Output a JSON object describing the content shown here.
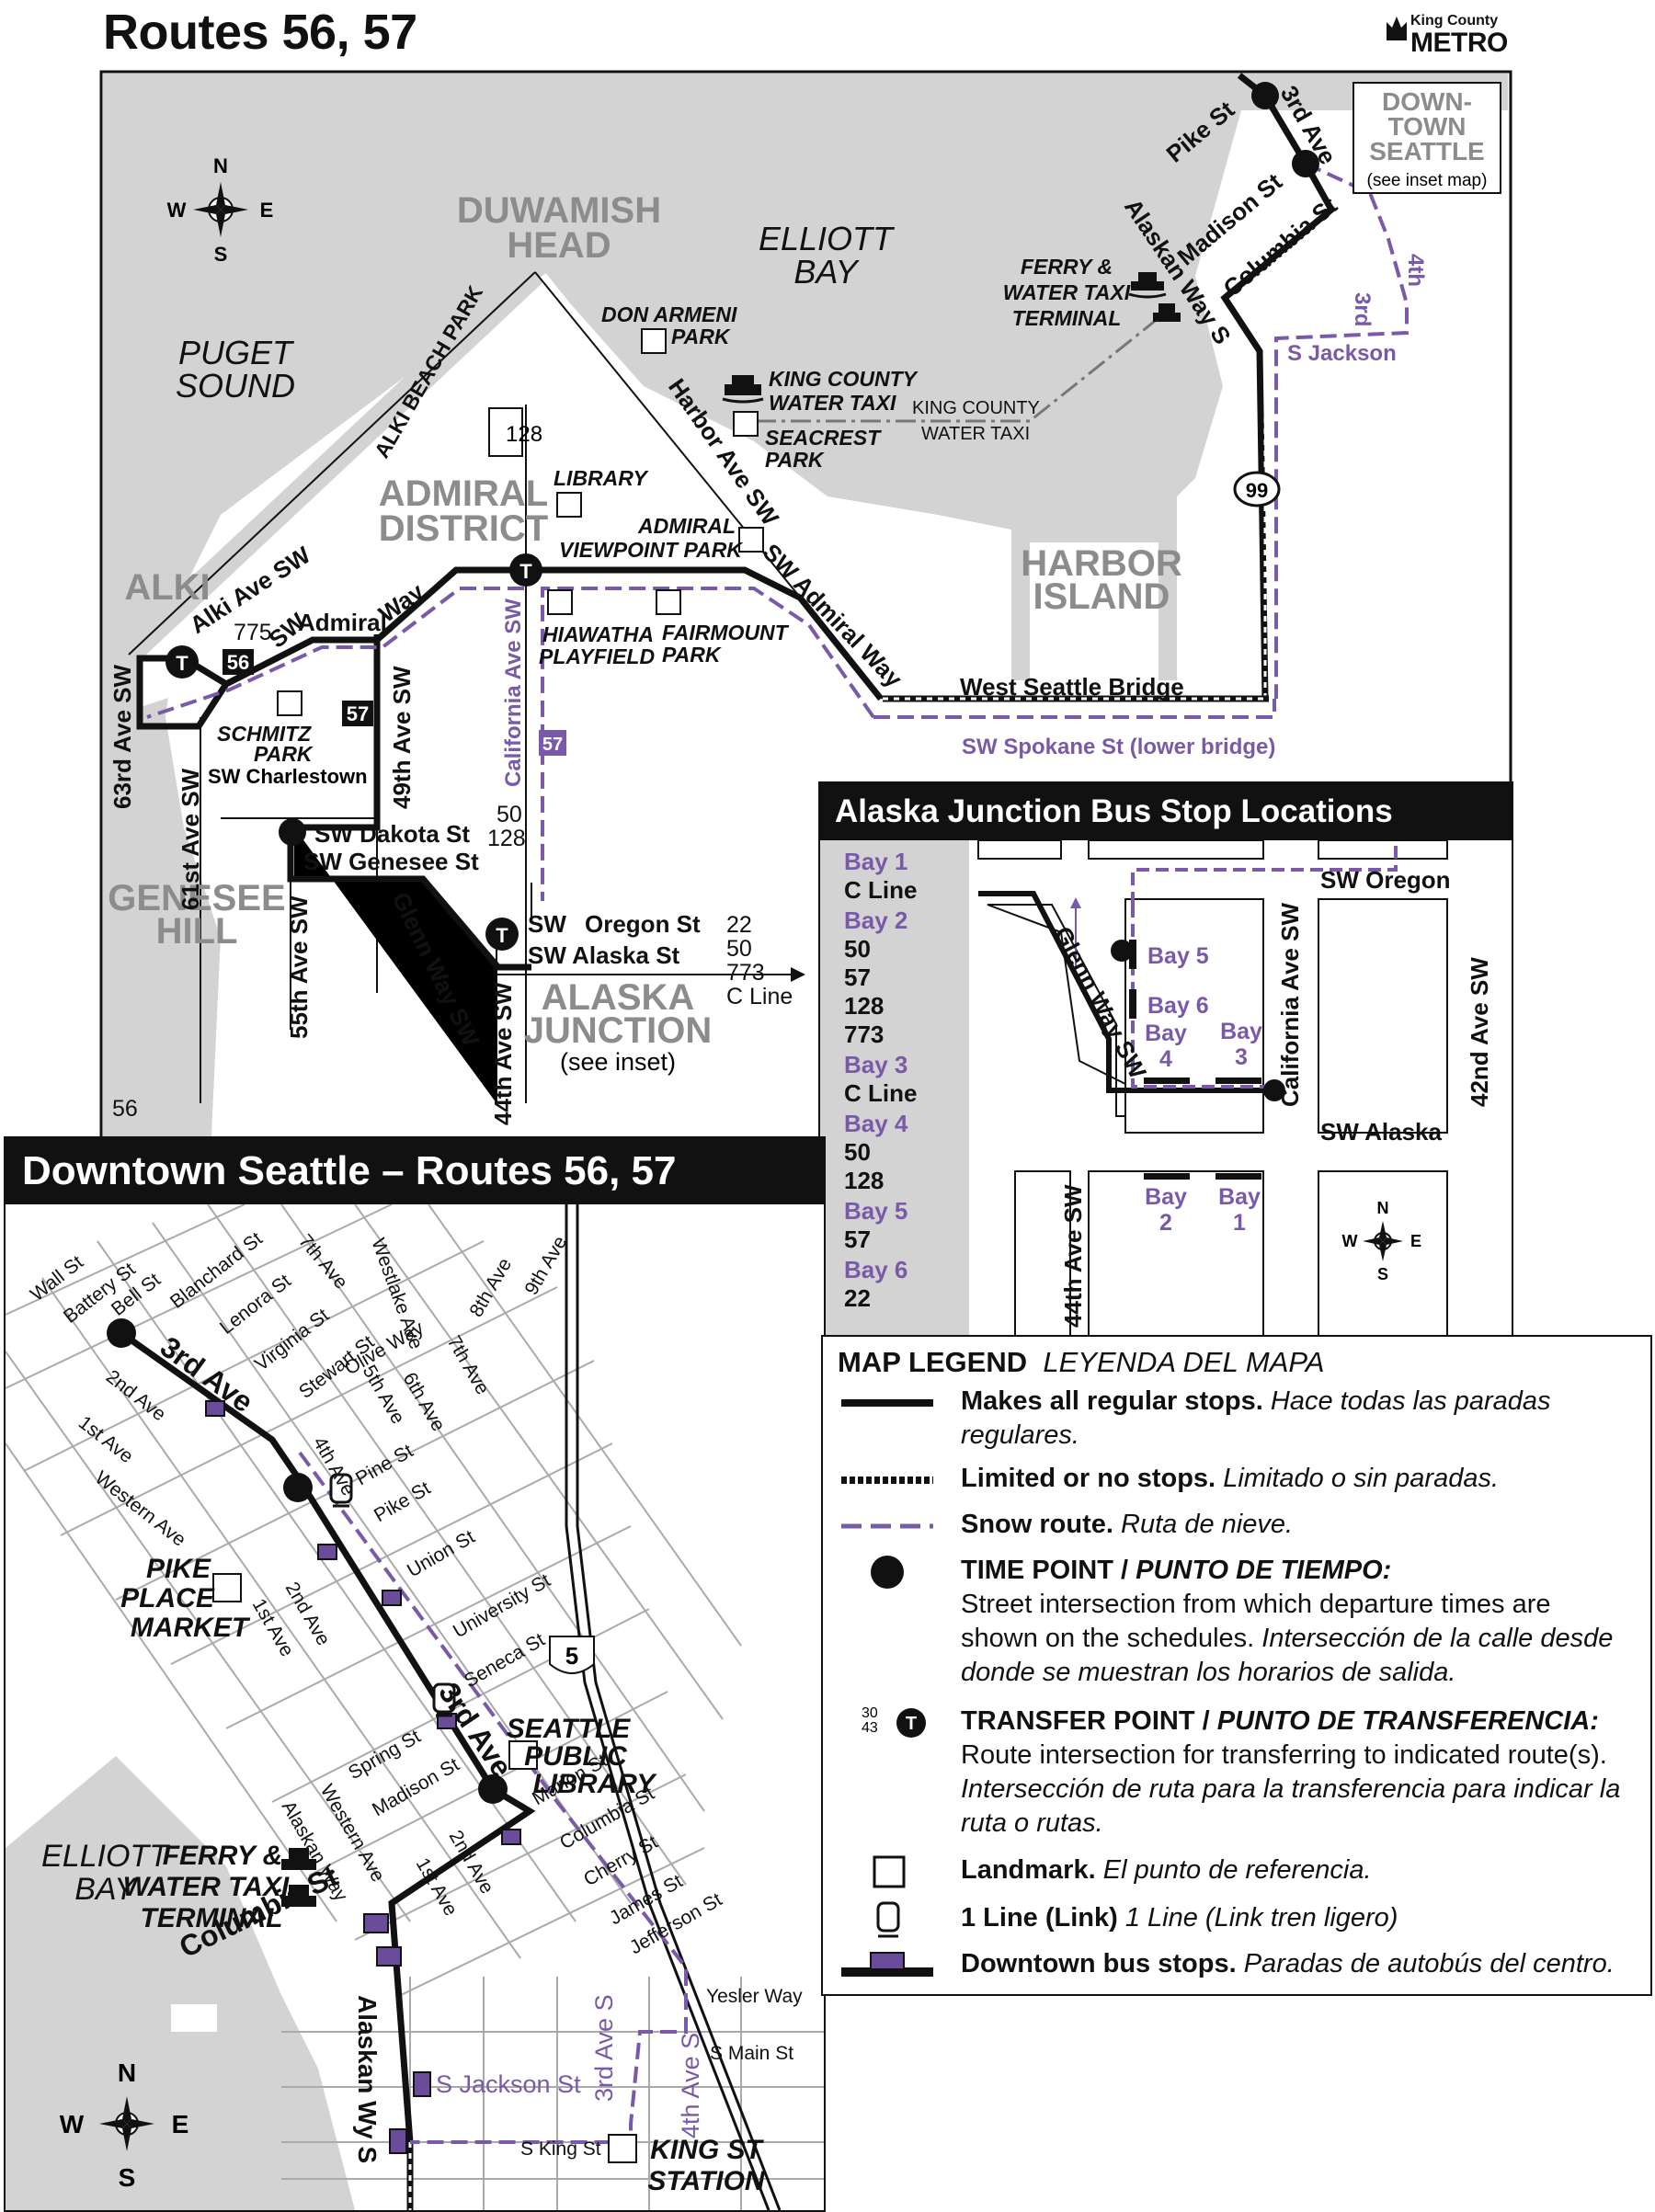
{
  "page_title": "Routes 56, 57",
  "logo": {
    "line1": "King County",
    "line2": "METRO"
  },
  "main_map": {
    "compass": {
      "n": "N",
      "s": "S",
      "e": "E",
      "w": "W"
    },
    "areas": {
      "duwamish_1": "DUWAMISH",
      "duwamish_2": "HEAD",
      "elliott_1": "ELLIOTT",
      "elliott_2": "BAY",
      "puget_1": "PUGET",
      "puget_2": "SOUND",
      "admiral_1": "ADMIRAL",
      "admiral_2": "DISTRICT",
      "alki": "ALKI",
      "harbor_1": "HARBOR",
      "harbor_2": "ISLAND",
      "genesee_1": "GENESEE",
      "genesee_2": "HILL",
      "alaska_1": "ALASKA",
      "alaska_2": "JUNCTION",
      "alaska_see": "(see inset)"
    },
    "downtown_box": {
      "l1": "DOWN-",
      "l2": "TOWN",
      "l3": "SEATTLE",
      "l4": "(see inset map)"
    },
    "streets": {
      "pike": "Pike St",
      "third": "3rd Ave",
      "madison": "Madison St",
      "columbia": "Columbia St",
      "alaskan_way": "Alaskan Way S",
      "jackson": "S Jackson",
      "third_short": "3rd",
      "fourth_short": "4th",
      "alki_beach_park": "ALKI BEACH PARK",
      "alki_ave": "Alki Ave SW",
      "harbor_ave": "Harbor Ave SW",
      "sw_admiral_way": "SW Admiral Way",
      "admiral_way_a": "Admiral",
      "admiral_way_b": "Way",
      "sw_short": "SW",
      "west_seattle_bridge": "West Seattle Bridge",
      "sw_spokane": "SW Spokane St (lower bridge)",
      "california": "California Ave SW",
      "ave_49": "49th Ave SW",
      "ave_63": "63rd Ave SW",
      "ave_61": "61st Ave SW",
      "ave_55": "55th Ave SW",
      "ave_44": "44th Ave SW",
      "sw_charlestown": "SW Charlestown",
      "sw_dakota": "SW Dakota St",
      "sw_genesee": "SW Genesee St",
      "glenn_way": "Glenn Way SW",
      "sw_oregon_a": "SW",
      "sw_oregon_b": "Oregon St",
      "sw_alaska": "SW Alaska St"
    },
    "landmarks": {
      "ferry_1": "FERRY &",
      "ferry_2": "WATER TAXI",
      "ferry_3": "TERMINAL",
      "don_armeni_1": "DON ARMENI",
      "don_armeni_2": "PARK",
      "kc_water_taxi_1": "KING COUNTY",
      "kc_water_taxi_2": "WATER TAXI",
      "kc_water_taxi_route_1": "KING COUNTY",
      "kc_water_taxi_route_2": "WATER TAXI",
      "seacrest_1": "SEACREST",
      "seacrest_2": "PARK",
      "library": "LIBRARY",
      "admiral_viewpoint_1": "ADMIRAL",
      "admiral_viewpoint_2": "VIEWPOINT PARK",
      "hiawatha_1": "HIAWATHA",
      "hiawatha_2": "PLAYFIELD",
      "fairmount_1": "FAIRMOUNT",
      "fairmount_2": "PARK",
      "schmitz_1": "SCHMITZ",
      "schmitz_2": "PARK"
    },
    "route_labels": {
      "r128": "128",
      "r775": "775",
      "r56": "56",
      "r57": "57",
      "r57b": "57",
      "r50_128_a": "50",
      "r50_128_b": "128",
      "junction_a": "22",
      "junction_b": "50",
      "junction_c": "773",
      "junction_d": "C Line",
      "hwy99": "99",
      "page_number": "56"
    }
  },
  "alaska_inset": {
    "title": "Alaska Junction Bus Stop Locations",
    "bays": [
      {
        "bay": "Bay 1",
        "routes": [
          "C Line"
        ]
      },
      {
        "bay": "Bay 2",
        "routes": [
          "50",
          "57",
          "128",
          "773"
        ]
      },
      {
        "bay": "Bay 3",
        "routes": [
          "C Line"
        ]
      },
      {
        "bay": "Bay 4",
        "routes": [
          "50",
          "128"
        ]
      },
      {
        "bay": "Bay 5",
        "routes": [
          "57"
        ]
      },
      {
        "bay": "Bay 6",
        "routes": [
          "22"
        ]
      }
    ],
    "map": {
      "sw_oregon": "SW Oregon",
      "sw_alaska": "SW Alaska",
      "california": "California Ave SW",
      "ave_42": "42nd Ave SW",
      "ave_44": "44th Ave SW",
      "glenn": "Glenn Way SW",
      "bay5": "Bay 5",
      "bay6": "Bay 6",
      "bay4_a": "Bay",
      "bay4_b": "4",
      "bay3_a": "Bay",
      "bay3_b": "3",
      "bay2_a": "Bay",
      "bay2_b": "2",
      "bay1_a": "Bay",
      "bay1_b": "1",
      "n": "N",
      "s": "S",
      "e": "E",
      "w": "W"
    }
  },
  "downtown_inset": {
    "title": "Downtown Seattle  – Routes 56, 57",
    "streets": {
      "wall": "Wall St",
      "battery": "Battery St",
      "bell": "Bell St",
      "blanchard": "Blanchard St",
      "lenora": "Lenora St",
      "virginia": "Virginia St",
      "stewart": "Stewart St",
      "seventh": "7th Ave",
      "westlake": "Westlake Ave",
      "olive": "Olive Way",
      "fifth": "5th Ave",
      "sixth": "6th Ave",
      "seventh_b": "7th Ave",
      "eighth": "8th Ave",
      "ninth": "9th Ave",
      "second": "2nd Ave",
      "first": "1st Ave",
      "western": "Western Ave",
      "third": "3rd Ave",
      "fourth": "4th Ave",
      "pine": "Pine St",
      "pike": "Pike St",
      "union": "Union St",
      "university": "University St",
      "seneca": "Seneca St",
      "second_b": "2nd Ave",
      "first_b": "1st Ave",
      "third_b": "3rd Ave",
      "spring": "Spring St",
      "madison": "Madison St",
      "marion": "Marion St",
      "columbia_st": "Columbia St",
      "cherry": "Cherry St",
      "james": "James St",
      "jefferson": "Jefferson St",
      "western_b": "Western Ave",
      "alaskan_way": "Alaskan Way",
      "second_c": "2nd Ave",
      "first_c": "1st Ave",
      "yesler": "Yesler Way",
      "s_main": "S Main St",
      "third_s": "3rd Ave S",
      "fourth_s": "4th Ave S",
      "columbia_big": "Columbia St",
      "jackson": "S Jackson St",
      "king": "S King St",
      "alaskan_way_s": "Alaskan Wy S",
      "i5": "5"
    },
    "landmarks": {
      "pike_place_1": "PIKE",
      "pike_place_2": "PLACE",
      "pike_place_3": "MARKET",
      "library_1": "SEATTLE",
      "library_2": "PUBLIC",
      "library_3": "LIBRARY",
      "ferry_1": "FERRY &",
      "ferry_2": "WATER TAXI",
      "ferry_3": "TERMINAL",
      "elliott_1": "ELLIOTT",
      "elliott_2": "BAY",
      "king_st_1": "KING ST",
      "king_st_2": "STATION"
    },
    "compass": {
      "n": "N",
      "s": "S",
      "e": "E",
      "w": "W"
    }
  },
  "legend": {
    "heading_bold": "MAP LEGEND",
    "heading_italic": "LEYENDA DEL MAPA",
    "items": [
      {
        "bold": "Makes all regular stops.",
        "italic": "Hace todas las paradas regulares."
      },
      {
        "bold": "Limited or no stops.",
        "italic": "Limitado o sin paradas."
      },
      {
        "bold": "Snow route.",
        "italic": "Ruta de nieve."
      },
      {
        "bold": "TIME POINT / ",
        "bold_italic": "PUNTO DE TIEMPO:",
        "plain": "Street intersection from which departure times are shown on the schedules.",
        "italic": "Intersección de la calle desde donde se muestran los horarios de salida."
      },
      {
        "bold": "TRANSFER POINT / ",
        "bold_italic": "PUNTO DE TRANSFERENCIA:",
        "plain": "Route intersection for transferring to indicated route(s).",
        "italic": "Intersección de ruta para la transferencia para indicar la ruta o rutas.",
        "sym_a": "30",
        "sym_b": "43"
      },
      {
        "bold": "Landmark.",
        "italic": "El punto de referencia."
      },
      {
        "bold": "1 Line (Link)",
        "italic": "1 Line (Link tren ligero)"
      },
      {
        "bold": "Downtown bus stops.",
        "italic": "Paradas de autobús del centro."
      }
    ]
  },
  "colors": {
    "route": "#111111",
    "snow": "#7a5aa8",
    "water": "#d3d3d3",
    "land": "#ffffff",
    "stop": "#6b4c9a"
  }
}
